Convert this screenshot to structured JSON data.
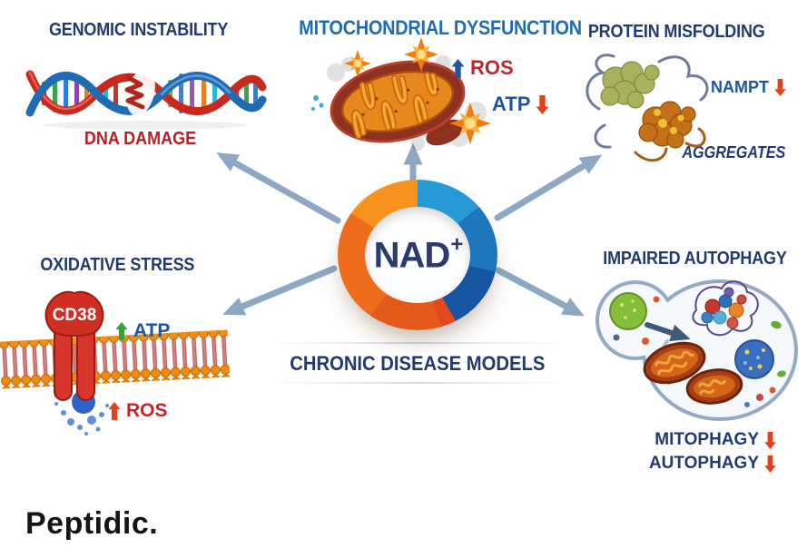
{
  "colors": {
    "navy": "#203a72",
    "title_blue": "#1d6cb5",
    "red": "#c0272d",
    "dark_red": "#b81f24",
    "stat_blue": "#1d55a5",
    "green": "#3a9e3d",
    "orange_red": "#e0431c",
    "arrow_steel": "#8ca8c5",
    "ring_orange": "#f6921d",
    "ring_blue": "#1e77bd",
    "brand_black": "#151515"
  },
  "center": {
    "label": "NAD",
    "superscript": "+",
    "caption": "CHRONIC DISEASE MODELS"
  },
  "sections": {
    "genomic_instability": {
      "title": "GENOMIC INSTABILITY",
      "caption": "DNA DAMAGE",
      "illustration": "broken-dna-helix"
    },
    "mitochondrial_dysfunction": {
      "title": "MITOCHONDRIAL DYSFUNCTION",
      "illustration": "damaged-mitochondrion",
      "stats": [
        {
          "label": "ROS",
          "direction": "up"
        },
        {
          "label": "ATP",
          "direction": "down"
        }
      ]
    },
    "protein_misfolding": {
      "title": "PROTEIN MISFOLDING",
      "illustration": "misfolded-protein-aggregate",
      "stats": [
        {
          "label": "NAMPT",
          "direction": "down"
        }
      ],
      "caption": "AGGREGATES"
    },
    "oxidative_stress": {
      "title": "OXIDATIVE STRESS",
      "illustration": "cell-membrane-with-cd38",
      "protein_label": "CD38",
      "stats": [
        {
          "label": "ATP",
          "direction": "up"
        },
        {
          "label": "ROS",
          "direction": "up"
        }
      ]
    },
    "impaired_autophagy": {
      "title": "IMPAIRED AUTOPHAGY",
      "illustration": "autophagosome-cell",
      "stats": [
        {
          "label": "MITOPHAGY",
          "direction": "down"
        },
        {
          "label": "AUTOPHAGY",
          "direction": "down"
        }
      ]
    }
  },
  "footer": {
    "brand": "Peptidic."
  }
}
